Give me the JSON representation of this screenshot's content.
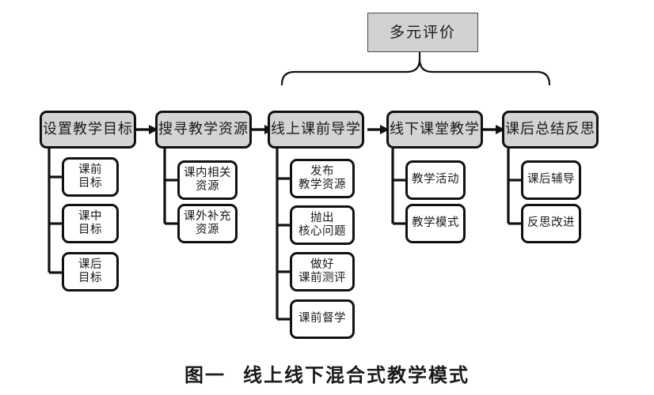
{
  "figure": {
    "caption_label": "图一",
    "caption_title": "线上线下混合式教学模式"
  },
  "evaluation": {
    "label": "多元评价",
    "fill": "#d2d2d2",
    "border": "#4a4a4a",
    "covers_stages": [
      "线上课前导学",
      "线下课堂教学",
      "课后总结反思"
    ]
  },
  "flow": {
    "arrow_glyph": "→",
    "stage_fill": "#d4d4d4",
    "stage_border": "#111111",
    "sub_fill": "#ffffff",
    "sub_border": "#111111"
  },
  "stages": [
    {
      "id": "stage-1",
      "label": "设置教学目标",
      "children": [
        {
          "label": "课前\n目标"
        },
        {
          "label": "课中\n目标"
        },
        {
          "label": "课后\n目标"
        }
      ]
    },
    {
      "id": "stage-2",
      "label": "搜寻教学资源",
      "children": [
        {
          "label": "课内相关\n资源"
        },
        {
          "label": "课外补充\n资源"
        }
      ]
    },
    {
      "id": "stage-3",
      "label": "线上课前导学",
      "children": [
        {
          "label": "发布\n教学资源"
        },
        {
          "label": "抛出\n核心问题"
        },
        {
          "label": "做好\n课前测评"
        },
        {
          "label": "课前督学"
        }
      ]
    },
    {
      "id": "stage-4",
      "label": "线下课堂教学",
      "children": [
        {
          "label": "教学活动"
        },
        {
          "label": "教学模式"
        }
      ]
    },
    {
      "id": "stage-5",
      "label": "课后总结反思",
      "children": [
        {
          "label": "课后辅导"
        },
        {
          "label": "反思改进"
        }
      ]
    }
  ]
}
